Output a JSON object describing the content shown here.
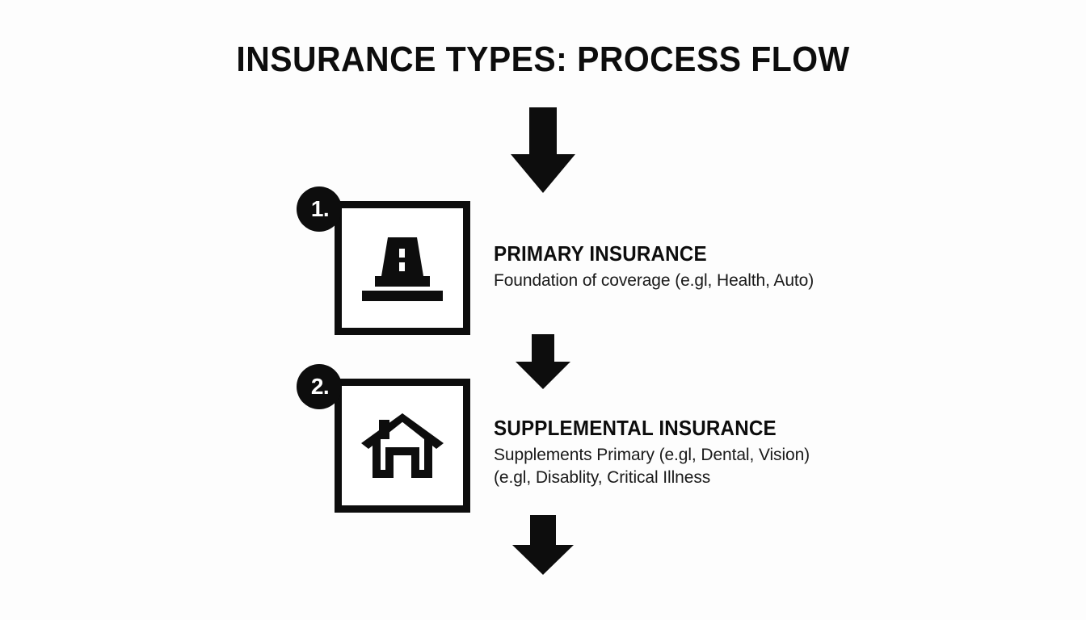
{
  "page": {
    "title": "INSURANCE TYPES: PROCESS FLOW",
    "background_color": "#fdfdfd",
    "ink_color": "#0d0d0d"
  },
  "flow": {
    "arrows": [
      {
        "name": "arrow-top",
        "direction": "down"
      },
      {
        "name": "arrow-middle",
        "direction": "down"
      },
      {
        "name": "arrow-bottom",
        "direction": "down"
      }
    ],
    "steps": [
      {
        "number": "1.",
        "icon": "foundation-icon",
        "heading": "PRIMARY INSURANCE",
        "desc_lines": [
          "Foundation of coverage (e.gl, Health, Auto)"
        ]
      },
      {
        "number": "2.",
        "icon": "house-icon",
        "heading": "SUPPLEMENTAL INSURANCE",
        "desc_lines": [
          "Supplements Primary (e.gl, Dental, Vision)",
          "(e.gl, Disablity, Critical Illness"
        ]
      }
    ]
  }
}
